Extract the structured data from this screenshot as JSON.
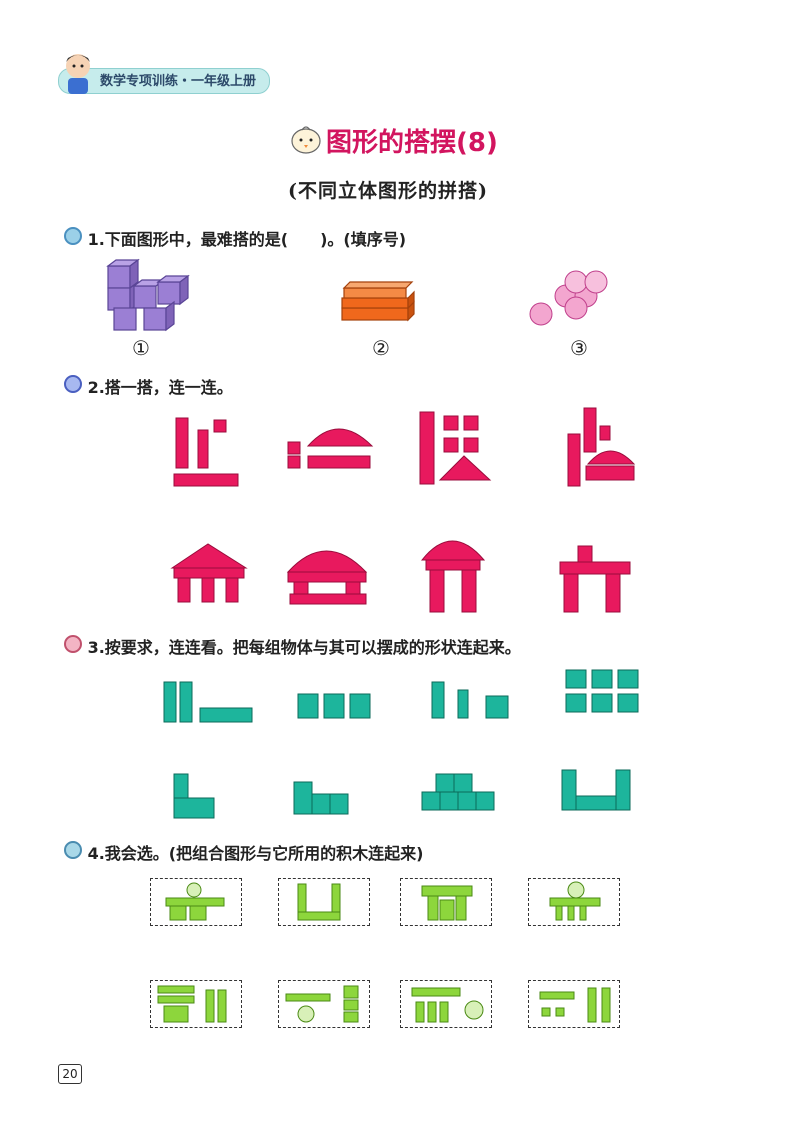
{
  "header": {
    "banner": "数学专项训练・一年级上册",
    "title": "图形的搭摆(8)",
    "subtitle": "(不同立体图形的拼搭)"
  },
  "questions": [
    {
      "text": "1.下面图形中，最难搭的是(　　)。(填序号)",
      "options": [
        "①",
        "②",
        "③"
      ]
    },
    {
      "text": "2.搭一搭，连一连。"
    },
    {
      "text": "3.按要求，连连看。把每组物体与其可以摆成的形状连起来。"
    },
    {
      "text": "4.我会选。(把组合图形与它所用的积木连起来)"
    }
  ],
  "page_number": "20",
  "colors": {
    "title": "#d2155f",
    "purple_cubes": "#9b7fd4",
    "orange_bars": "#f0681c",
    "pink_balls": "#f3a6cf",
    "magenta_blocks": "#e8195e",
    "teal_blocks": "#1db59c",
    "green_blocks": "#8dd63c"
  }
}
